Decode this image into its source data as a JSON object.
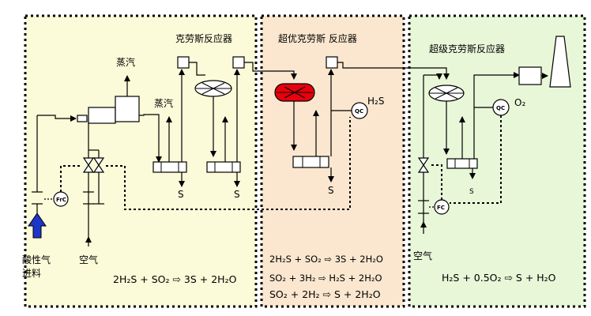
{
  "colors": {
    "zone1_fill": "#fbfbd9",
    "zone2_fill": "#fbe7cf",
    "zone3_fill": "#e8f7d8",
    "reactor_red": "#e8000c",
    "feed_arrow": "#1c36c9"
  },
  "zones": {
    "claus": {
      "title": "克劳斯反应器",
      "steam_top": "蒸汽",
      "steam_side": "蒸汽",
      "feed_label_line1": "酸性气",
      "feed_label_line2": "进料",
      "air_label": "空气",
      "sulfur_1": "S",
      "sulfur_2": "S",
      "controller": "FrC",
      "equation": "2H₂S + SO₂ ⇨ 3S + 2H₂O"
    },
    "superclaus": {
      "title": "超优克劳斯 反应器",
      "h2s_label": "H₂S",
      "controller": "QC",
      "sulfur": "S",
      "equations": [
        "2H₂S + SO₂ ⇨ 3S + 2H₂O",
        "SO₂ + 3H₂ ⇨ H₂S + 2H₂O",
        "SO₂ + 2H₂ ⇨ S + 2H₂O"
      ]
    },
    "super": {
      "title": "超级克劳斯反应器",
      "o2_label": "O₂",
      "controller_qc": "QC",
      "controller_fc": "FC",
      "sulfur": "S",
      "air_label": "空气",
      "equation": "H₂S + 0.5O₂ ⇨ S + H₂O"
    }
  }
}
